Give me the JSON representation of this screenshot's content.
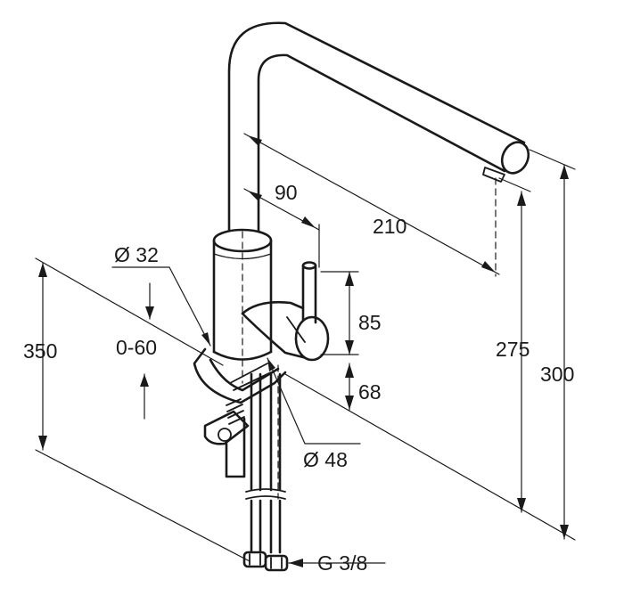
{
  "dimensions": {
    "reach_90": "90",
    "reach_210": "210",
    "base_dia_32": "Ø 32",
    "deck_thickness": "0-60",
    "height_350": "350",
    "height_85": "85",
    "height_68": "68",
    "lever_dia_48": "Ø 48",
    "spout_height_275": "275",
    "total_height_300": "300",
    "thread_size": "G 3/8"
  },
  "colors": {
    "line": "#1a1a1a",
    "background": "#ffffff"
  }
}
